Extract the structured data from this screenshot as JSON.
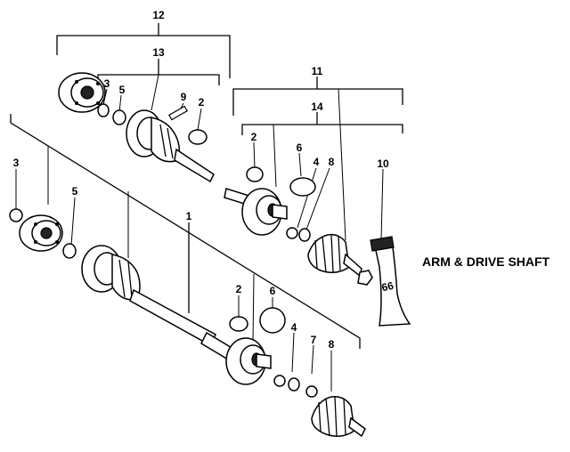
{
  "caption": "ARM & DRIVE SHAFT",
  "callouts": {
    "n12": "12",
    "n13": "13",
    "n3a": "3",
    "n5a": "5",
    "n9": "9",
    "n2a": "2",
    "n11": "11",
    "n14": "14",
    "n2b": "2",
    "n6a": "6",
    "n4a": "4",
    "n8a": "8",
    "n10": "10",
    "n3b": "3",
    "n5b": "5",
    "n1": "1",
    "n2c": "2",
    "n6b": "6",
    "n4b": "4",
    "n7": "7",
    "n8b": "8"
  },
  "grease_label": "66"
}
